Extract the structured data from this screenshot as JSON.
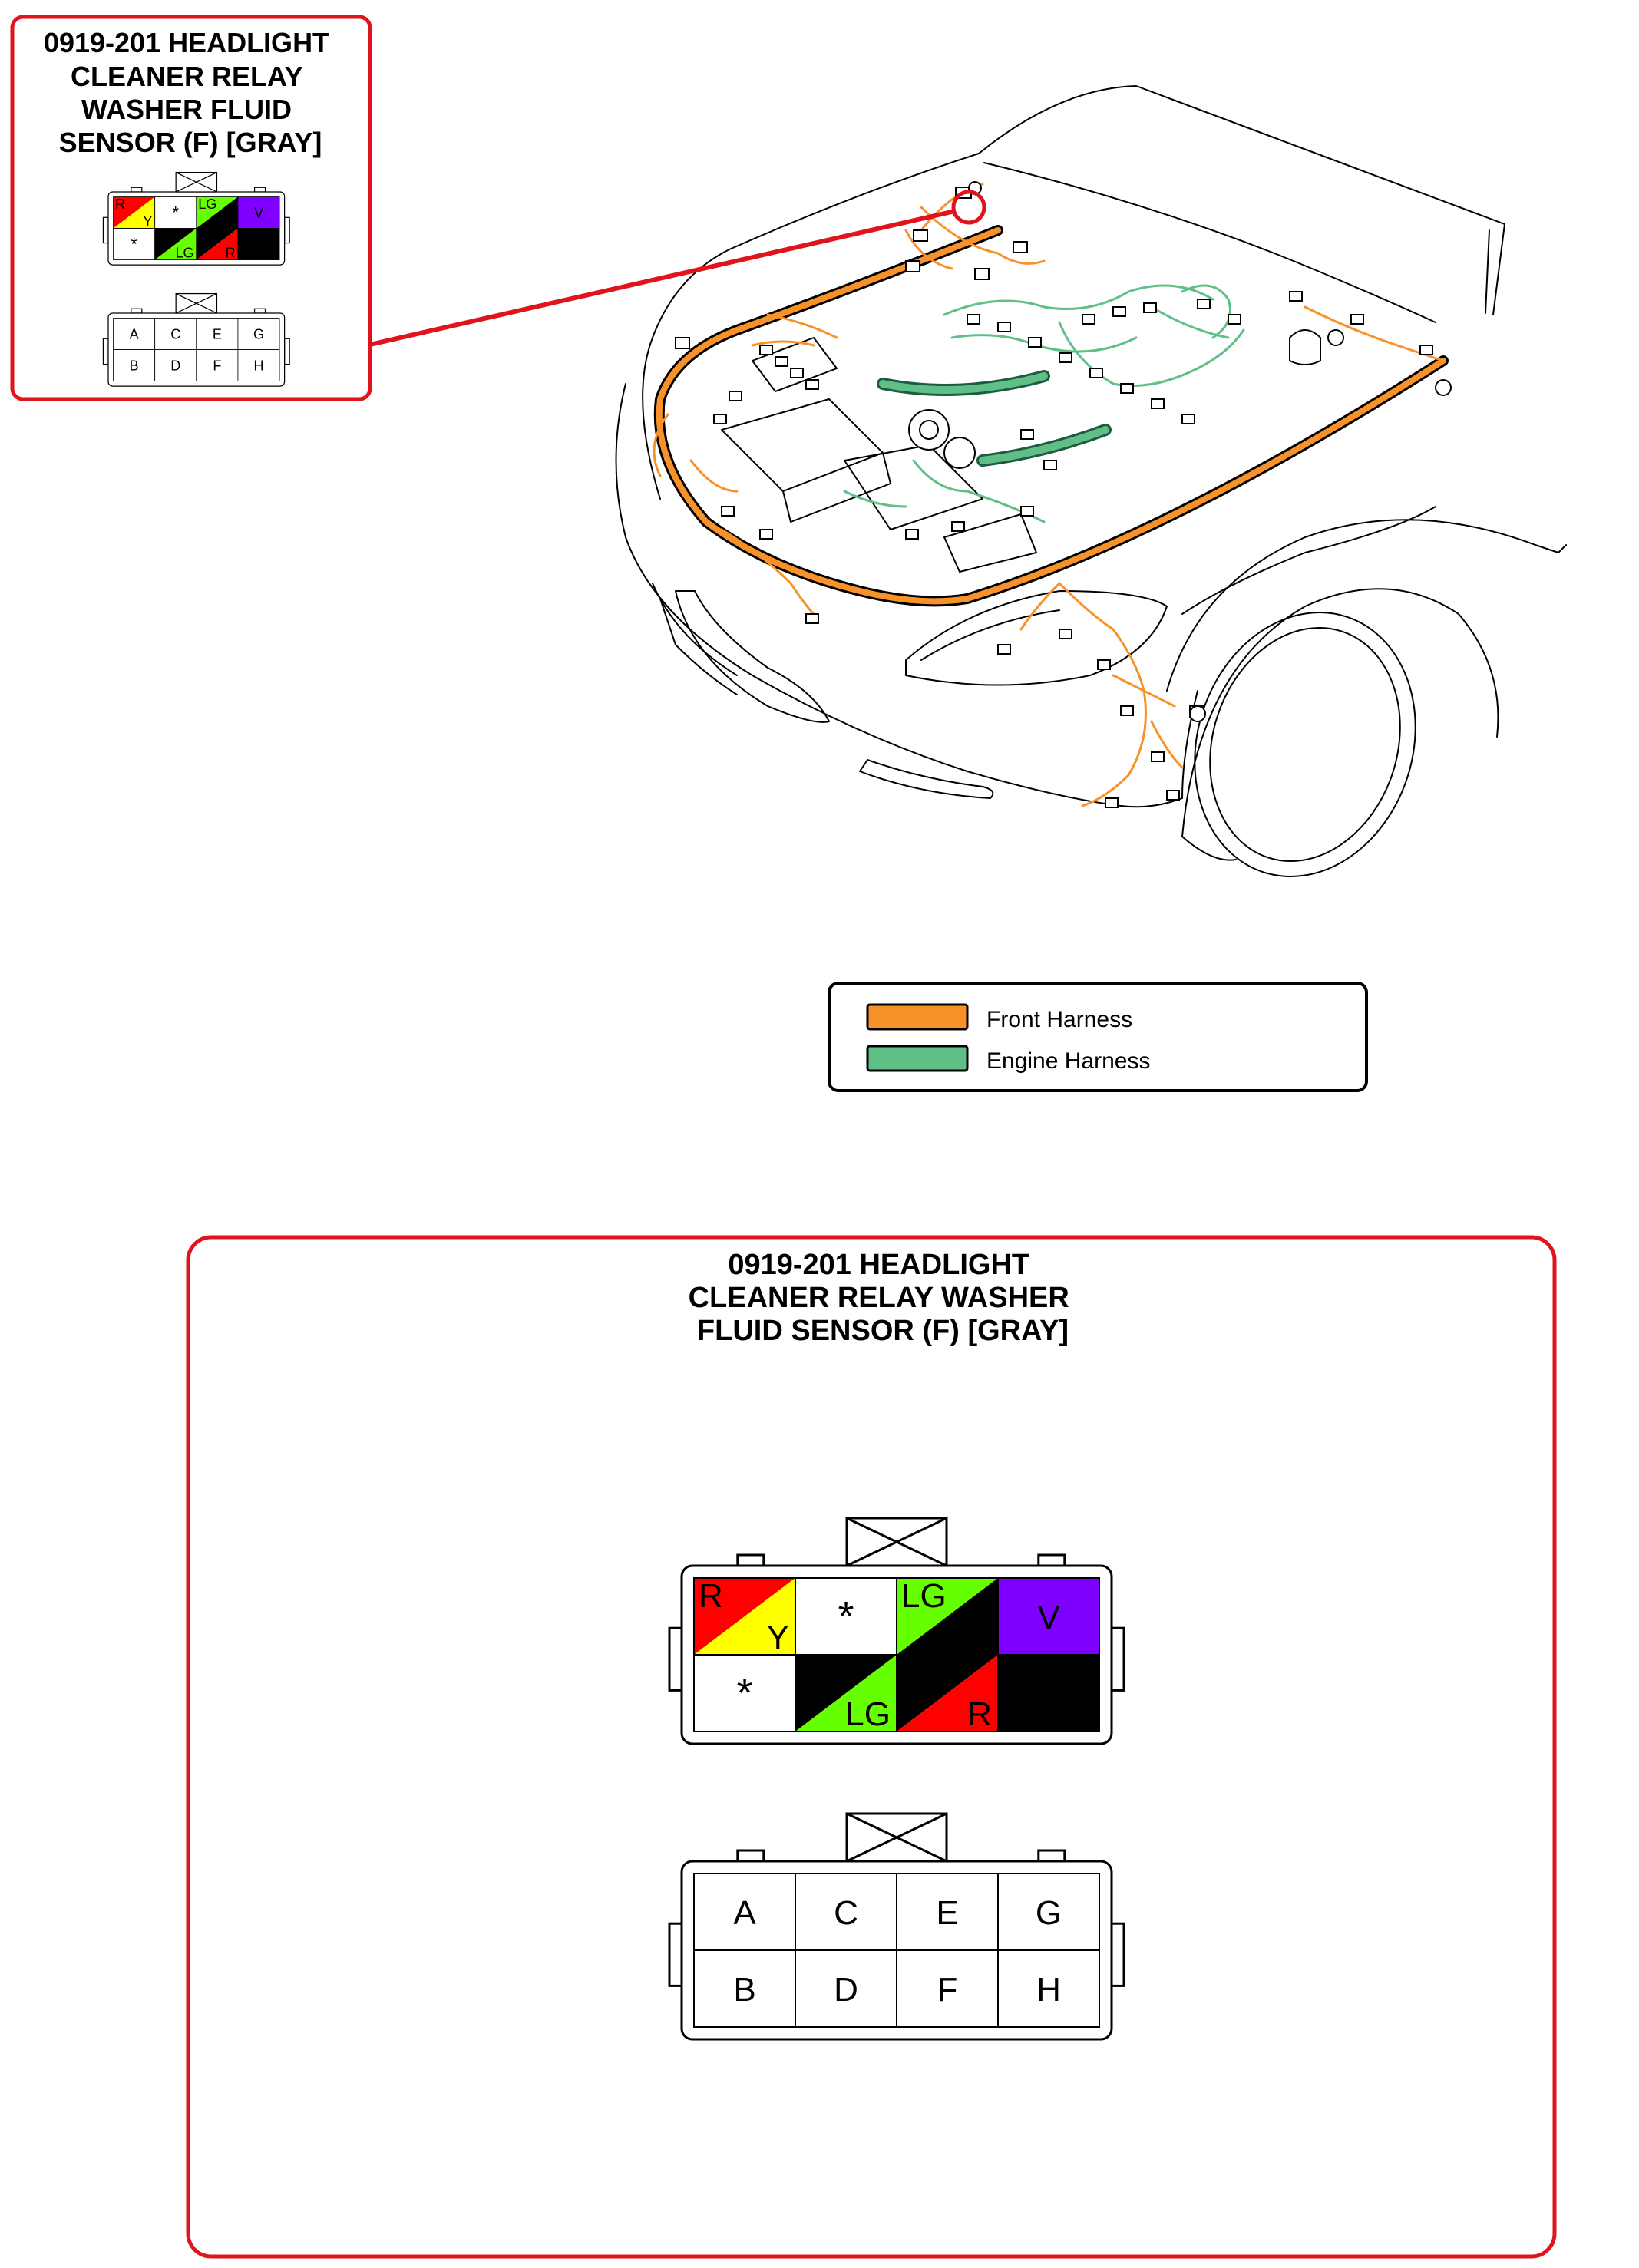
{
  "callout": {
    "title_lines": [
      "0919-201 HEADLIGHT",
      "CLEANER RELAY",
      "WASHER FLUID",
      "SENSOR (F) [GRAY]"
    ]
  },
  "detail": {
    "title_lines": [
      "0919-201 HEADLIGHT",
      "CLEANER RELAY WASHER",
      "FLUID SENSOR (F) [GRAY]"
    ]
  },
  "connector_colored": {
    "cells": [
      {
        "pin": "A",
        "type": "split",
        "upper": "R",
        "lower": "Y",
        "upper_color": "#ff0000",
        "lower_color": "#ffff00",
        "upper_text_color": "#000000",
        "lower_text_color": "#000000"
      },
      {
        "pin": "C",
        "type": "empty",
        "mark": "*"
      },
      {
        "pin": "E",
        "type": "split",
        "upper": "LG",
        "lower": "B",
        "upper_color": "#66ff00",
        "lower_color": "#000000",
        "upper_text_color": "#000000",
        "lower_text_color": "#ffffff"
      },
      {
        "pin": "G",
        "type": "solid",
        "label": "V",
        "color": "#8000ff",
        "text_color": "#000000"
      },
      {
        "pin": "B",
        "type": "empty",
        "mark": "*"
      },
      {
        "pin": "D",
        "type": "split",
        "upper": "B",
        "lower": "LG",
        "upper_color": "#000000",
        "lower_color": "#66ff00",
        "upper_text_color": "#ffffff",
        "lower_text_color": "#000000"
      },
      {
        "pin": "F",
        "type": "split",
        "upper": "B",
        "lower": "R",
        "upper_color": "#000000",
        "lower_color": "#ff0000",
        "upper_text_color": "#ffffff",
        "lower_text_color": "#000000"
      },
      {
        "pin": "H",
        "type": "solid",
        "label": "B",
        "color": "#000000",
        "text_color": "#ffffff"
      }
    ]
  },
  "connector_pins": {
    "top_row": [
      "A",
      "C",
      "E",
      "G"
    ],
    "bottom_row": [
      "B",
      "D",
      "F",
      "H"
    ]
  },
  "legend": {
    "items": [
      {
        "label": "Front Harness",
        "color": "#f7922b"
      },
      {
        "label": "Engine Harness",
        "color": "#5fbf87"
      }
    ]
  },
  "colors": {
    "callout_border": "#e0141c",
    "front_harness": "#f7922b",
    "engine_harness": "#5fbf87",
    "engine_harness_dark": "#2e7d55"
  }
}
